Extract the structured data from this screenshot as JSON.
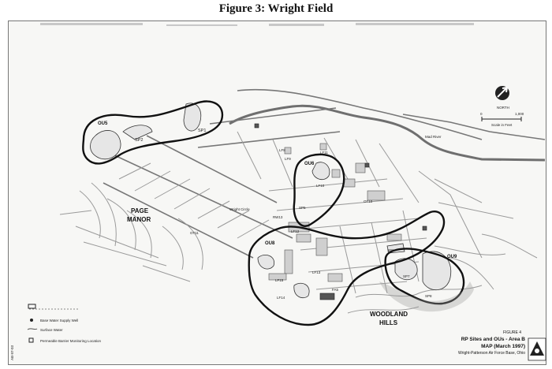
{
  "figure": {
    "title": "Figure 3: Wright Field"
  },
  "map": {
    "place_labels": {
      "page_manor": [
        "PAGE",
        "MANOR"
      ],
      "woodland_hills": [
        "WOODLAND",
        "HILLS"
      ]
    },
    "ou_labels": {
      "ou5": "OU5",
      "ou6": "OU6",
      "ou8": "OU8",
      "ou9": "OU9"
    },
    "site_labels": {
      "sp2": "SP2",
      "sp1": "SP1",
      "lf8": "LF8",
      "lf9": "LF9",
      "lf10": "LF10",
      "lf11": "LF11",
      "lf12": "LF12",
      "lf13": "LF13",
      "lf14": "LF14",
      "lf15": "LF15",
      "sp5": "SP5",
      "sp6": "SP6",
      "sp7": "SP7",
      "sp8": "SP8",
      "rw13": "RW13",
      "ot10": "OT10",
      "ot11": "OT11",
      "fa5": "FA5"
    },
    "road_labels": {
      "wright_circle": "Wright Circle",
      "mad_river": "Mad River"
    },
    "north_arrow": {
      "label": "NORTH"
    },
    "scale": {
      "start": "0",
      "end": "1,000",
      "unit": "Scale in Feet"
    },
    "legend": {
      "items": [
        {
          "label": ""
        },
        {
          "label": "Base Water Supply Well"
        },
        {
          "label": "Surface Water"
        },
        {
          "label": "Permeable Barrier Monitoring Location"
        }
      ]
    },
    "title_block": {
      "figure_no": "FIGURE 4",
      "line1": "RP Sites and OUs - Area B",
      "line2": "MAP (March 1997)",
      "line3": "Wright-Patterson Air Force Base, Ohio"
    },
    "margin_code": "AB-97-03"
  }
}
